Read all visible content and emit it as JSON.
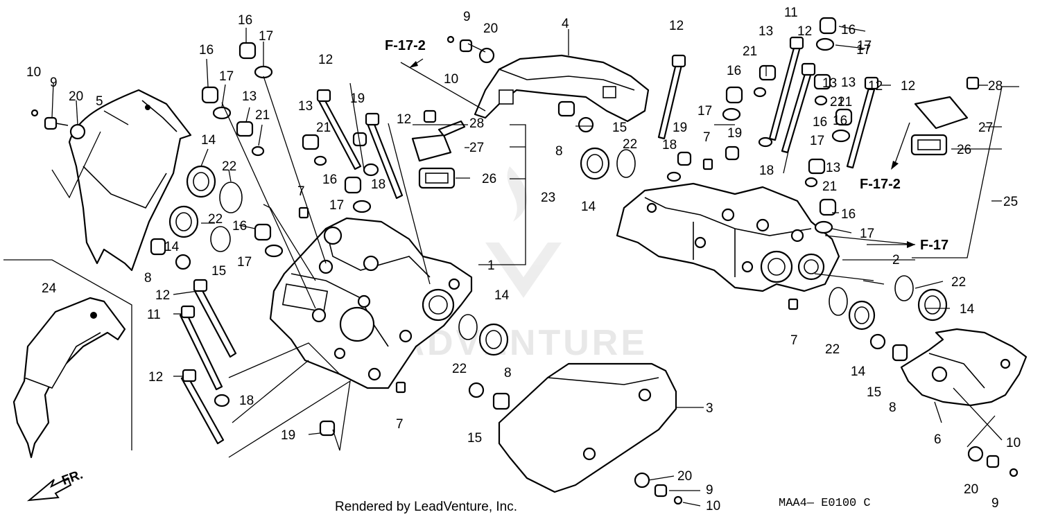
{
  "diagram": {
    "footer_credit": "Rendered by LeadVenture, Inc.",
    "diagram_code": "MAA4— E0100 C",
    "watermark": "LEADVENTURE",
    "direction_arrow_label": "FR.",
    "references": [
      "F-17-2",
      "F-17-2",
      "F-17"
    ],
    "callouts": [
      "10",
      "9",
      "20",
      "5",
      "16",
      "17",
      "16",
      "17",
      "13",
      "21",
      "14",
      "22",
      "22",
      "14",
      "16",
      "8",
      "15",
      "17",
      "7",
      "24",
      "12",
      "11",
      "12",
      "18",
      "19",
      "13",
      "21",
      "12",
      "19",
      "16",
      "17",
      "18",
      "12",
      "28",
      "27",
      "26",
      "23",
      "1",
      "7",
      "22",
      "14",
      "15",
      "8",
      "9",
      "20",
      "10",
      "4",
      "8",
      "15",
      "14",
      "22",
      "3",
      "20",
      "9",
      "10",
      "12",
      "11",
      "13",
      "12",
      "16",
      "17",
      "21",
      "16",
      "17",
      "19",
      "7",
      "18",
      "19",
      "18",
      "13",
      "21",
      "16",
      "17",
      "12",
      "12",
      "16",
      "13",
      "21",
      "17",
      "13",
      "21",
      "16",
      "17",
      "28",
      "27",
      "26",
      "25",
      "2",
      "22",
      "14",
      "7",
      "22",
      "14",
      "15",
      "8",
      "6",
      "10",
      "20",
      "9"
    ]
  }
}
